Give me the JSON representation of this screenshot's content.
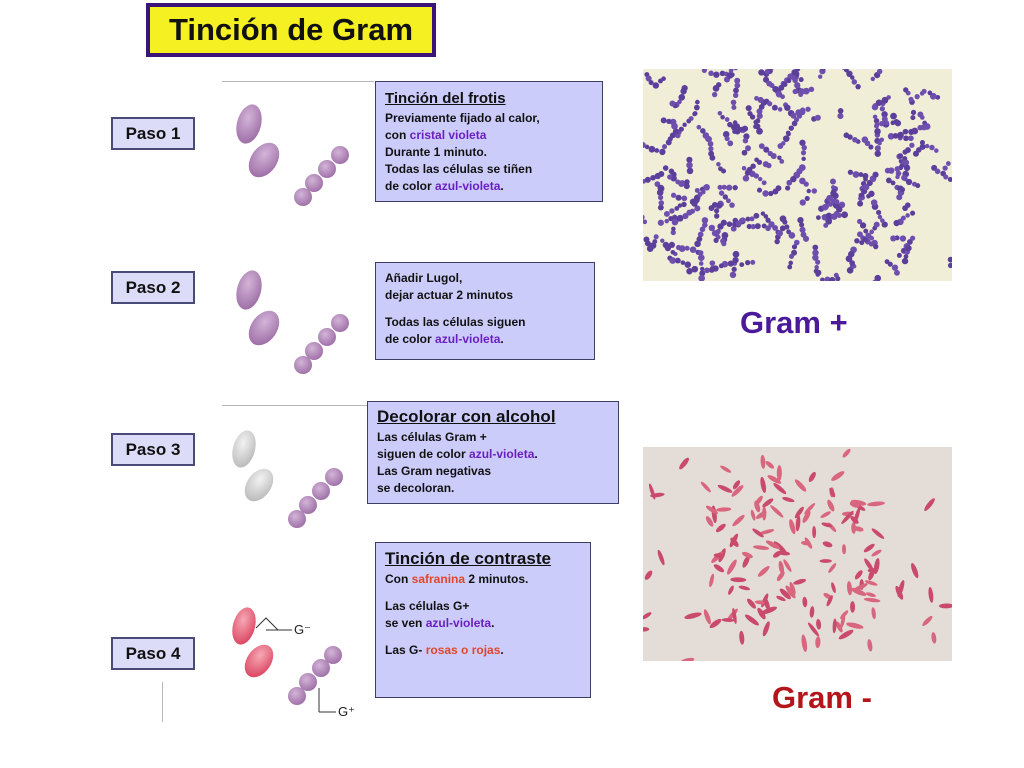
{
  "title": "Tinción de Gram",
  "colors": {
    "title_bg": "#f4f022",
    "title_border": "#3b147a",
    "box_bg": "#ccccfb",
    "violet_text": "#6a1fc0",
    "red_text": "#e2462a",
    "gram_pos_label": "#4a1a9a",
    "gram_neg_label": "#b3151b",
    "cell_violet": "#b184b8",
    "cell_grey": "#c8c8c8",
    "cell_pink": "#e96b82"
  },
  "steps": [
    {
      "label": "Paso 1",
      "heading": "Tinción del frotis",
      "lines": [
        [
          "Previamente fijado al calor,"
        ],
        [
          "con ",
          {
            "c": "violet",
            "t": "cristal violeta"
          }
        ],
        [
          "Durante 1 minuto."
        ],
        [
          "Todas las células se tiñen"
        ],
        [
          "de color ",
          {
            "c": "violet",
            "t": "azul-violeta"
          },
          "."
        ]
      ]
    },
    {
      "label": "Paso 2",
      "heading": "",
      "lines": [
        [
          "Añadir Lugol,"
        ],
        [
          "dejar actuar 2 minutos"
        ],
        [],
        [
          "Todas las células siguen"
        ],
        [
          "de color ",
          {
            "c": "violet",
            "t": "azul-violeta"
          },
          "."
        ]
      ]
    },
    {
      "label": "Paso 3",
      "heading": "Decolorar con alcohol",
      "lines": [
        [
          "Las células Gram +"
        ],
        [
          "siguen de color ",
          {
            "c": "violet",
            "t": "azul-violeta"
          },
          "."
        ],
        [
          "Las Gram negativas"
        ],
        [
          "se decoloran."
        ]
      ]
    },
    {
      "label": "Paso 4",
      "heading": "Tinción de contraste",
      "lines": [
        [
          "Con ",
          {
            "c": "red",
            "t": "safranina"
          },
          " 2 minutos."
        ],
        [],
        [
          "Las células G+"
        ],
        [
          "se ven ",
          {
            "c": "violet",
            "t": "azul-violeta"
          },
          "."
        ],
        [],
        [
          "Las G- ",
          {
            "c": "red",
            "t": "rosas o rojas"
          },
          "."
        ]
      ]
    }
  ],
  "cell_labels": {
    "gneg": "G⁻",
    "gpos": "G⁺"
  },
  "results": {
    "gram_pos": "Gram +",
    "gram_neg": "Gram -"
  },
  "icons": {
    "cells_violet": "bacteria-cells-violet-icon",
    "cells_decolorized": "bacteria-cells-decolorized-icon",
    "cells_counterstained": "bacteria-cells-counterstained-icon",
    "micro_gram_pos": "micrograph-gram-positive",
    "micro_gram_neg": "micrograph-gram-negative"
  }
}
